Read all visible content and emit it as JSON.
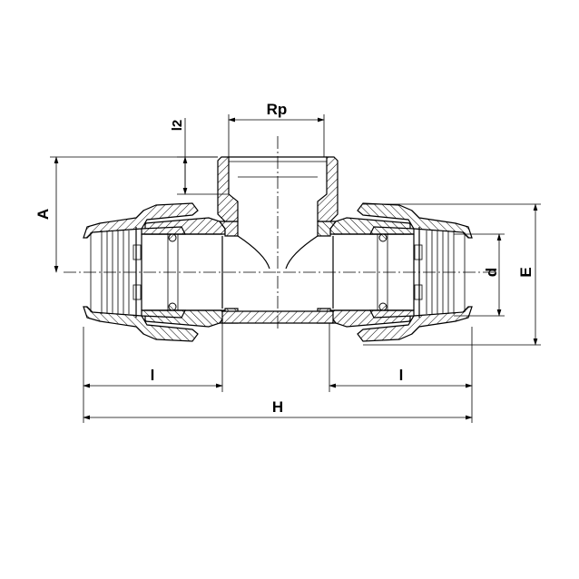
{
  "drawing": {
    "title": "Tee fitting with female threaded branch - section view",
    "dimension_labels": {
      "rp": "Rp",
      "l2": "l2",
      "a": "A",
      "d": "d",
      "e": "E",
      "l_left": "l",
      "l_right": "l",
      "h": "H"
    },
    "colors": {
      "line": "#000000",
      "background": "#ffffff"
    }
  }
}
